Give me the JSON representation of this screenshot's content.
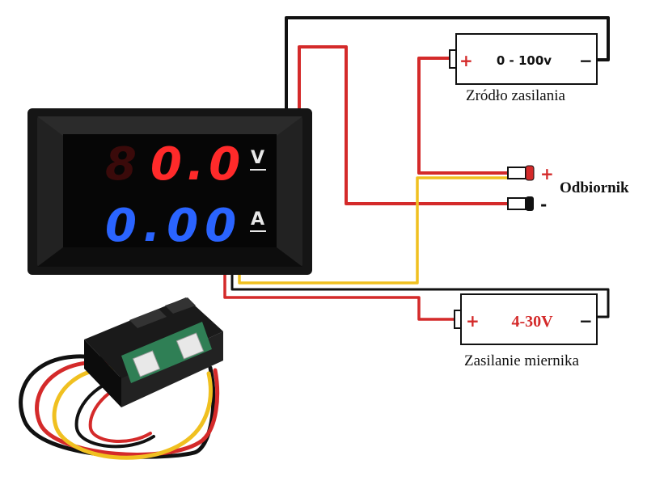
{
  "meter": {
    "voltage_reading": "0.0",
    "voltage_dim_digit": "8",
    "current_reading": "0.00",
    "voltage_unit": "V",
    "current_unit": "A",
    "colors": {
      "voltage_digits": "#ff2a2a",
      "current_digits": "#2a64ff",
      "bezel": "#151515"
    }
  },
  "source_battery": {
    "label": "0 - 100v",
    "plus": "+",
    "minus": "−",
    "caption": "Zródło zasilania"
  },
  "load": {
    "label": "Odbiornik",
    "plus": "+",
    "minus": "-"
  },
  "meter_battery": {
    "label": "4-30V",
    "plus": "+",
    "minus": "−",
    "caption": "Zasilanie miernika"
  },
  "wire_colors": {
    "red": "#d42a2a",
    "black": "#111111",
    "yellow": "#f0c020"
  }
}
